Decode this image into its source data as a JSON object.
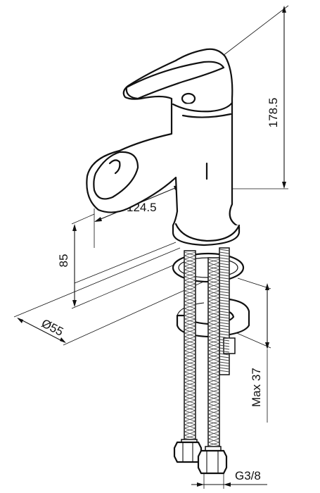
{
  "dimensions": {
    "height": "178.5",
    "spout_reach": "124.5",
    "base_offset": "85",
    "base_diameter": "Ø55",
    "max_thickness": "Max 37",
    "connection": "G3/8"
  },
  "colors": {
    "line": "#111111",
    "background": "#ffffff"
  }
}
